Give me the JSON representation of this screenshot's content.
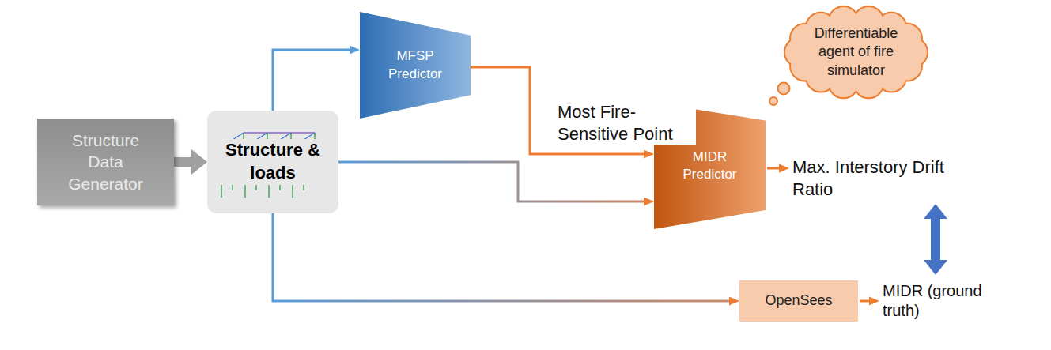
{
  "diagram": {
    "nodes": [
      {
        "text": [
          "Structure Data Generator"
        ]
      },
      {
        "text": [
          "Structure & loads"
        ]
      },
      {
        "text": [
          "MFSP Predictor"
        ]
      },
      {
        "text": [
          "MIDR Predictor"
        ]
      },
      {
        "text": [
          "Differentiable agent of fire simulator"
        ]
      },
      {
        "text": [
          "OpenSees"
        ]
      }
    ],
    "edges": [
      {
        "from": 0,
        "to": 1,
        "arrow": "to"
      },
      {
        "from": 1,
        "to": 2,
        "arrow": "to"
      },
      {
        "from": 2,
        "to": 3,
        "label": "Most Fire-Sensitive Point",
        "arrow": "to"
      },
      {
        "from": 1,
        "to": 3,
        "arrow": "to"
      },
      {
        "from": 1,
        "to": 5,
        "arrow": "to"
      }
    ],
    "labels": [
      "Max. Interstory Drift Ratio",
      "MIDR (ground truth)"
    ]
  }
}
